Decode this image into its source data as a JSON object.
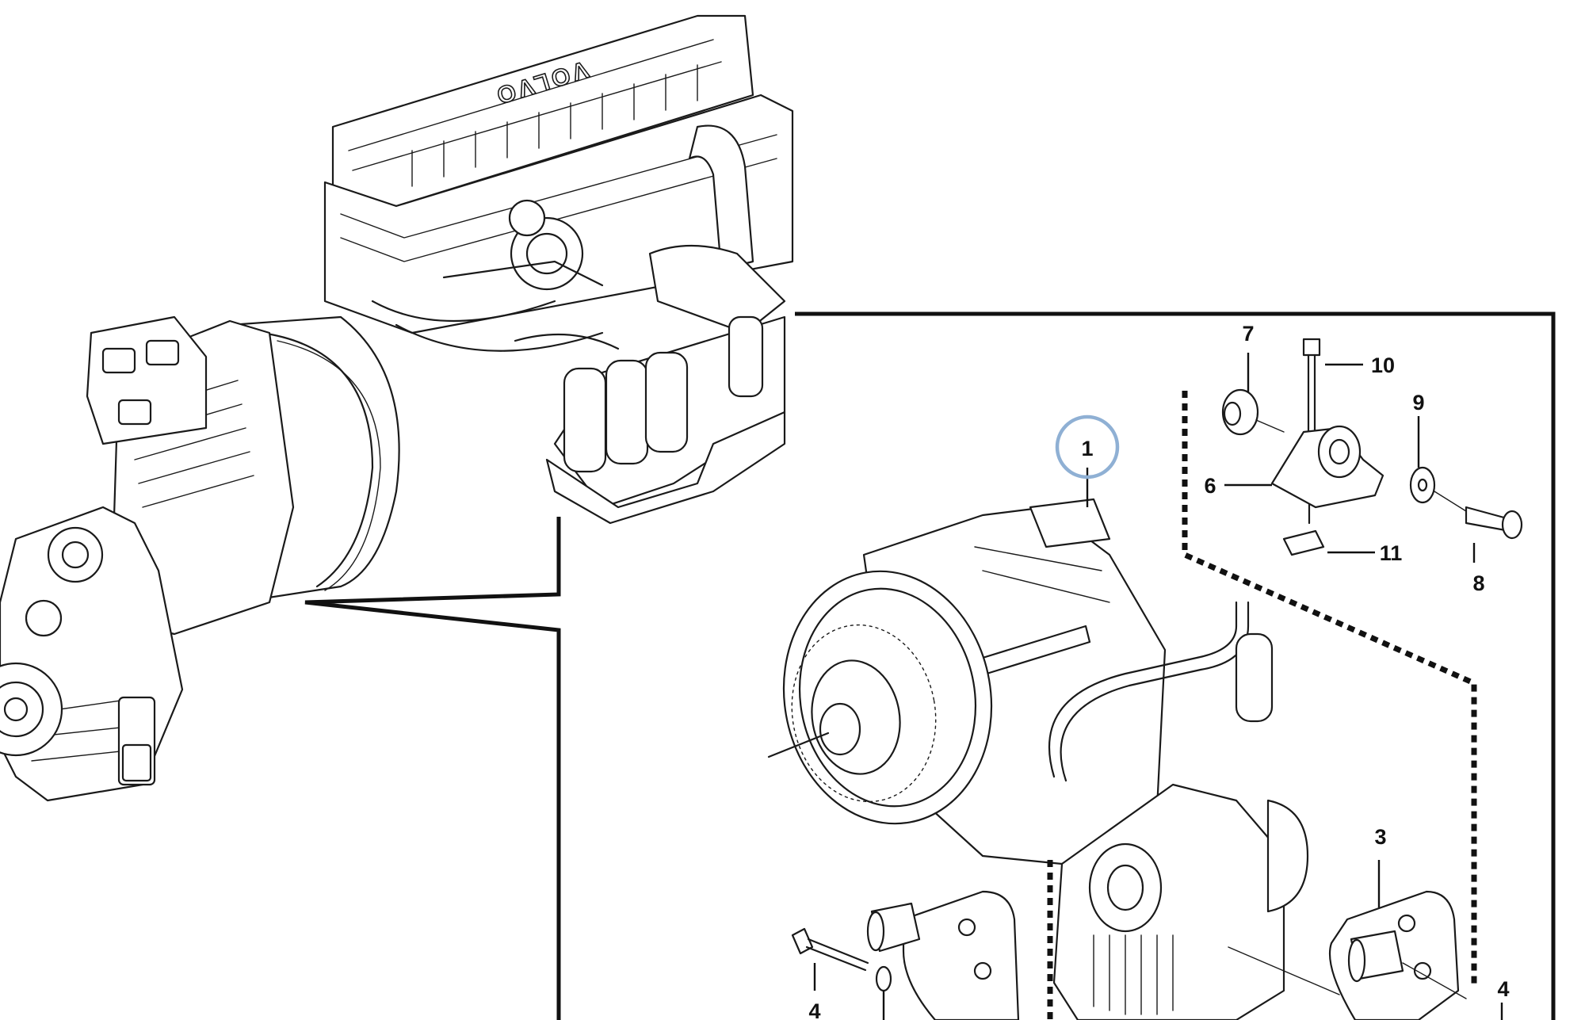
{
  "emblem_text": "VOLVO",
  "highlight": {
    "callout": "1",
    "color": "#8fb0d4"
  },
  "callouts": {
    "c1": "1",
    "c3": "3",
    "c4a": "4",
    "c4b": "4",
    "c6": "6",
    "c7": "7",
    "c8": "8",
    "c9": "9",
    "c10": "10",
    "c11": "11"
  }
}
